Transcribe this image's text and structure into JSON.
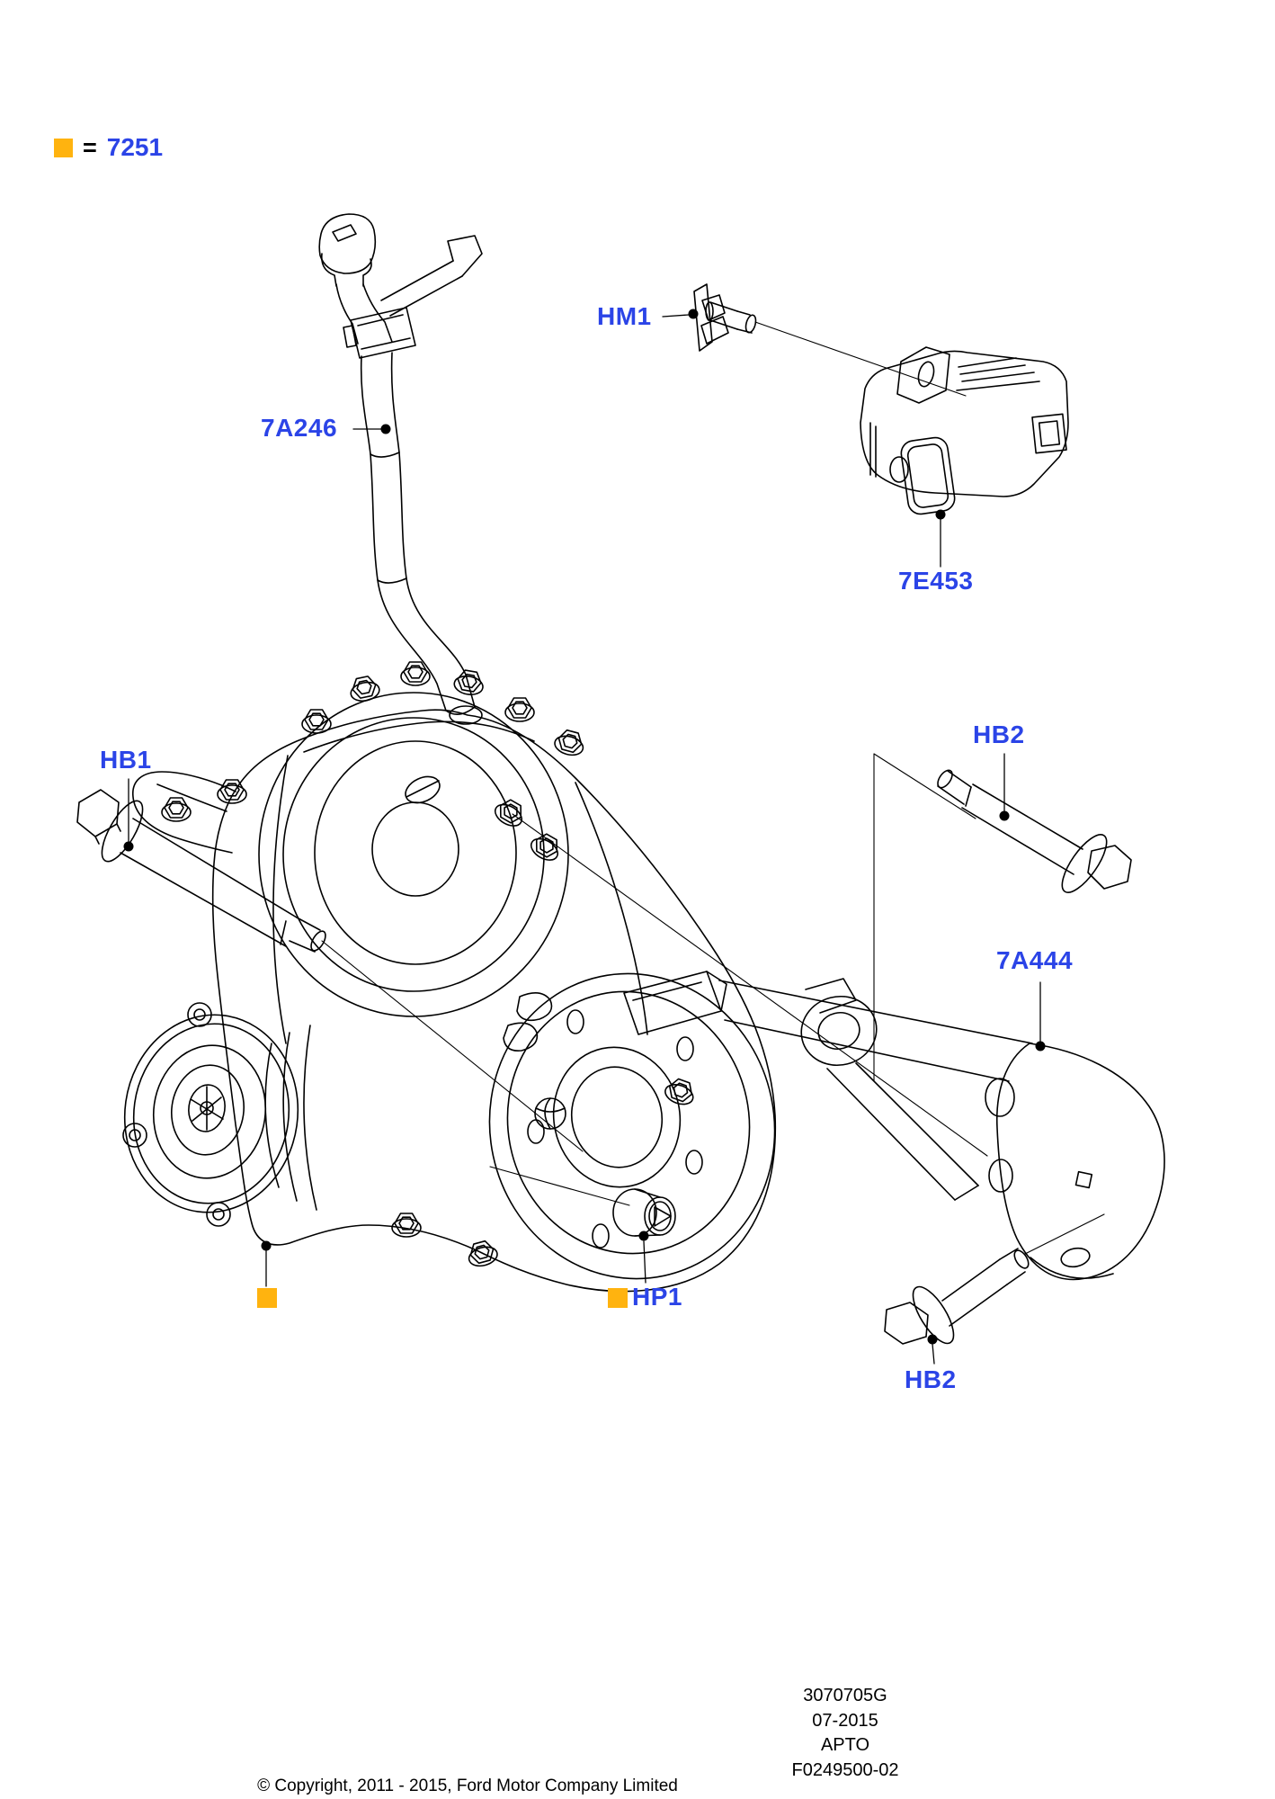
{
  "legend": {
    "equals": "=",
    "code": "7251"
  },
  "callouts": {
    "a246": {
      "label": "7A246"
    },
    "hm1": {
      "label": "HM1"
    },
    "e453": {
      "label": "7E453"
    },
    "hb1": {
      "label": "HB1"
    },
    "hb2_top": {
      "label": "HB2"
    },
    "a444": {
      "label": "7A444"
    },
    "hp1": {
      "label": "HP1"
    },
    "hb2_bottom": {
      "label": "HB2"
    }
  },
  "footer": {
    "doc_number": "3070705G",
    "date": "07-2015",
    "code": "APTO",
    "form_number": "F0249500-02"
  },
  "copyright": "© Copyright, 2011 - 2015, Ford Motor Company Limited",
  "colors": {
    "label_blue": "#2B44E7",
    "marker_orange": "#FFB30F",
    "line": "#000000",
    "background": "#ffffff"
  }
}
